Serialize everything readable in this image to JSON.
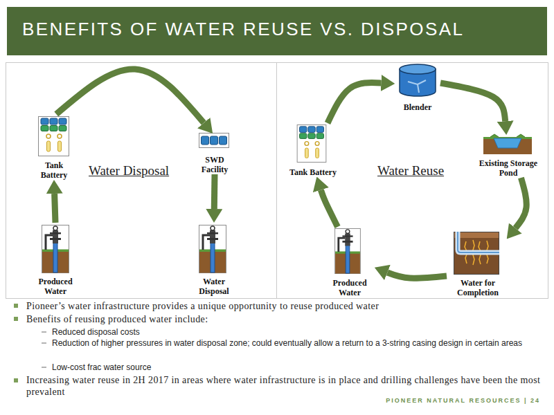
{
  "diagram": {
    "title": "BENEFITS OF WATER REUSE VS. DISPOSAL",
    "nodes": [
      {
        "text": [
          "Water Disposal"
        ]
      },
      {
        "text": [
          "Tank Battery"
        ],
        "in": 0
      },
      {
        "text": [
          "SWD Facility"
        ],
        "in": 0
      },
      {
        "text": [
          "Produced Water"
        ],
        "in": 0
      },
      {
        "text": [
          "Water Disposal"
        ],
        "in": 0
      },
      {
        "text": [
          "Water Reuse"
        ]
      },
      {
        "text": [
          "Blender"
        ],
        "in": 5
      },
      {
        "text": [
          "Tank Battery"
        ],
        "in": 5
      },
      {
        "text": [
          "Existing Storage Pond"
        ],
        "in": 5
      },
      {
        "text": [
          "Produced Water"
        ],
        "in": 5
      },
      {
        "text": [
          "Water for Completion"
        ],
        "in": 5
      }
    ],
    "edges": [
      {
        "from": 3,
        "to": 1,
        "arrow": "to"
      },
      {
        "from": 1,
        "to": 2,
        "arrow": "to"
      },
      {
        "from": 2,
        "to": 4,
        "arrow": "to"
      },
      {
        "from": 7,
        "to": 6,
        "arrow": "to"
      },
      {
        "from": 6,
        "to": 8,
        "arrow": "to"
      },
      {
        "from": 8,
        "to": 10,
        "arrow": "to"
      },
      {
        "from": 10,
        "to": 9,
        "arrow": "to"
      },
      {
        "from": 9,
        "to": 7,
        "arrow": "to"
      }
    ],
    "labels": [
      "Pioneer’s water infrastructure provides a unique opportunity to reuse produced water",
      "Benefits of reusing produced water include:",
      "Reduced disposal costs",
      "Reduction of higher pressures in water disposal zone; could eventually allow a return to a 3-string casing design in certain areas",
      "Low-cost frac water source",
      "Increasing water reuse in 2H 2017 in areas where water infrastructure is in place and drilling challenges have been the most prevalent",
      "PIONEER NATURAL RESOURCES | 24"
    ]
  }
}
